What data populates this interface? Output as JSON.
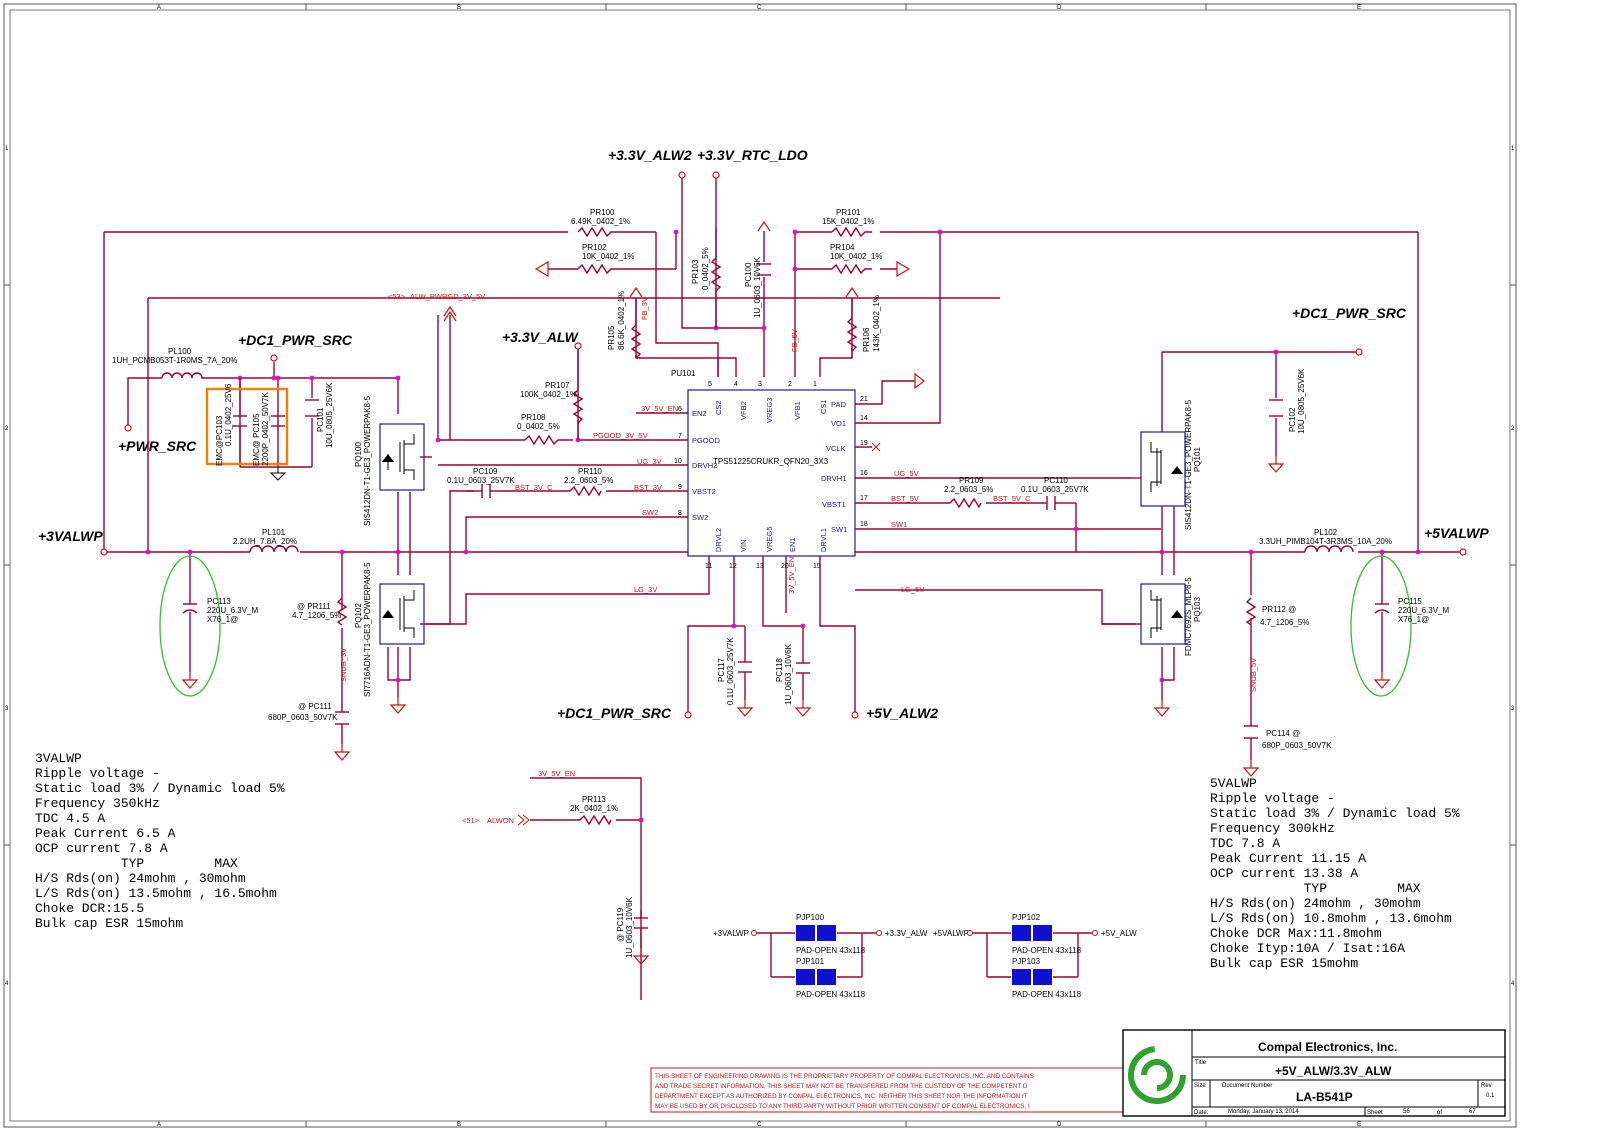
{
  "grid": {
    "cols": [
      "A",
      "B",
      "C",
      "D",
      "E"
    ],
    "rows": [
      "1",
      "2",
      "3",
      "4"
    ]
  },
  "rails": {
    "alw2": "+3.3V_ALW2",
    "rtc": "+3.3V_RTC_LDO",
    "dc1_left": "+DC1_PWR_SRC",
    "dc1_right": "+DC1_PWR_SRC",
    "alw33": "+3.3V_ALW",
    "pwr_src": "+PWR_SRC",
    "v3alwp": "+3VALWP",
    "v5alwp": "+5VALWP",
    "dc1_bottom": "+DC1_PWR_SRC",
    "alw5": "+5V_ALW2"
  },
  "ic": {
    "refdes": "PU101",
    "part": "TPS51225CRUKR_QFN20_3X3",
    "left_pins": [
      {
        "name": "EN2",
        "num": "6"
      },
      {
        "name": "PGOOD",
        "num": "7"
      },
      {
        "name": "DRVH2",
        "num": "10"
      },
      {
        "name": "VBST2",
        "num": "9"
      },
      {
        "name": "SW2",
        "num": "8"
      }
    ],
    "right_pins": [
      {
        "name": "PAD",
        "num": "21"
      },
      {
        "name": "VO1",
        "num": "14"
      },
      {
        "name": "VCLK",
        "num": "19"
      },
      {
        "name": "DRVH1",
        "num": "16"
      },
      {
        "name": "VBST1",
        "num": "17"
      },
      {
        "name": "SW1",
        "num": "18"
      }
    ],
    "top_pins": [
      {
        "name": "CS2",
        "num": "5"
      },
      {
        "name": "VFB2",
        "num": "4"
      },
      {
        "name": "VREG3",
        "num": "3"
      },
      {
        "name": "VFB1",
        "num": "2"
      },
      {
        "name": "CS1",
        "num": "1"
      }
    ],
    "bottom_pins": [
      {
        "name": "DRVL2",
        "num": "11"
      },
      {
        "name": "VIN",
        "num": "12"
      },
      {
        "name": "VREG5",
        "num": "13"
      },
      {
        "name": "EN1",
        "num": "20"
      },
      {
        "name": "DRVL1",
        "num": "15"
      }
    ]
  },
  "nets": {
    "en2": "3V_5V_EN",
    "pgood": "PGOOD_3V_5V",
    "ug3": "UG_3V",
    "bst3": "BST_3V",
    "bst3c": "BST_3V_C",
    "sw2": "SW2",
    "lg3": "LG_3V",
    "fb3": "FB_3V",
    "fb5": "FB_5V",
    "ug5": "UG_5V",
    "bst5": "BST_5V",
    "bst5c": "BST_5V_C",
    "sw1": "SW1",
    "lg5": "LG_5V",
    "snub3": "SNUB_3V",
    "snub5": "SNUB_5V",
    "en3v5v": "3V_5V_EN",
    "alwpwrgd": "ALW_PWRGD_3V_5V",
    "alwpwrgd_ref": "<53>",
    "alwon": "ALWON",
    "alwon_ref": "<51>",
    "ic_en": "3V_5V_EN"
  },
  "parts": {
    "pr100": {
      "ref": "PR100",
      "val": "6.49K_0402_1%"
    },
    "pr101": {
      "ref": "PR101",
      "val": "15K_0402_1%"
    },
    "pr102": {
      "ref": "PR102",
      "val": "10K_0402_1%"
    },
    "pr104": {
      "ref": "PR104",
      "val": "10K_0402_1%"
    },
    "pr103": {
      "ref": "PR103",
      "val": "0_0402_5%"
    },
    "pc100": {
      "ref": "PC100",
      "val": "1U_0603_10V6K"
    },
    "pr105": {
      "ref": "PR105",
      "val": "86.6K_0402_1%"
    },
    "pr106": {
      "ref": "PR106",
      "val": "143K_0402_1%"
    },
    "pr107": {
      "ref": "PR107",
      "val": "100K_0402_1%"
    },
    "pr108": {
      "ref": "PR108",
      "val": "0_0402_5%"
    },
    "pl100": {
      "ref": "PL100",
      "val": "1UH_PCMB053T-1R0MS_7A_20%"
    },
    "pc103": {
      "ref": "EMC@PC103",
      "val": "0.1U_0402_25V6"
    },
    "pc105": {
      "ref": "EMC@ PC105",
      "val": "2200P_0402_50V7K"
    },
    "pc101": {
      "ref": "PC101",
      "val": "10U_0805_25V6K"
    },
    "pq100": {
      "ref": "PQ100",
      "val": "SIS412DN-T1-GE3_POWERPAK8-5"
    },
    "pq102": {
      "ref": "PQ102",
      "val": "SI7716ADN-T1-GE3_POWERPAK8-5"
    },
    "pc109": {
      "ref": "PC109",
      "val": "0.1U_0603_25V7K"
    },
    "pr110": {
      "ref": "PR110",
      "val": "2.2_0603_5%"
    },
    "pl101": {
      "ref": "PL101",
      "val": "2.2UH_7.8A_20%"
    },
    "pc113": {
      "ref": "PC113",
      "val": "220U_6.3V_M",
      "val2": "X76_1@"
    },
    "pr111": {
      "ref": "@ PR111",
      "val": "4.7_1206_5%"
    },
    "pc111": {
      "ref": "@ PC111",
      "val": "680P_0603_50V7K"
    },
    "pc117": {
      "ref": "PC117",
      "val": "0.1U_0603_25V7K"
    },
    "pc118": {
      "ref": "PC118",
      "val": "1U_0603_10V6K"
    },
    "pr109": {
      "ref": "PR109",
      "val": "2.2_0603_5%"
    },
    "pc110": {
      "ref": "PC110",
      "val": "0.1U_0603_25V7K"
    },
    "pq101": {
      "ref": "PQ101",
      "val": "SIS412DN-T1-GE3_POWERPAK8-5"
    },
    "pq103": {
      "ref": "PQ103",
      "val": "FDMC7692S_MLP8-5"
    },
    "pc102": {
      "ref": "PC102",
      "val": "10U_0805_25V6K"
    },
    "pl102": {
      "ref": "PL102",
      "val": "3.3UH_PIMB104T-3R3MS_10A_20%"
    },
    "pr112": {
      "ref": "PR112 @",
      "val": "4.7_1206_5%"
    },
    "pc114": {
      "ref": "PC114 @",
      "val": "680P_0603_50V7K"
    },
    "pc115": {
      "ref": "PC115",
      "val": "220U_6.3V_M",
      "val2": "X76_1@"
    },
    "pr113": {
      "ref": "PR113",
      "val": "2K_0402_1%"
    },
    "pc119": {
      "ref": "@ PC119",
      "val": "1U_0603_10V6K"
    }
  },
  "jumpers": [
    {
      "ref": "PJP100",
      "val": "PAD-OPEN 43x118"
    },
    {
      "ref": "PJP101",
      "val": "PAD-OPEN 43x118"
    },
    {
      "ref": "PJP102",
      "val": "PAD-OPEN 43x118"
    },
    {
      "ref": "PJP103",
      "val": "PAD-OPEN 43x118"
    }
  ],
  "jumper_nets": {
    "in1": "+3VALWP",
    "out1": "+3.3V_ALW",
    "in2": "+5VALWP",
    "out2": "+5V_ALW"
  },
  "notes_left": [
    "3VALWP",
    "Ripple voltage -",
    "Static load 3% / Dynamic load 5%",
    "Frequency 350kHz",
    "TDC 4.5 A",
    "Peak Current   6.5 A",
    "OCP current  7.8 A",
    "           TYP         MAX",
    "H/S Rds(on) 24mohm ,  30mohm",
    "L/S Rds(on) 13.5mohm , 16.5mohm",
    "Choke DCR:15.5",
    "Bulk cap ESR 15mohm"
  ],
  "notes_right": [
    "5VALWP",
    "Ripple voltage -",
    "Static load 3% / Dynamic load 5%",
    "Frequency 300kHz",
    "TDC 7.8 A",
    "Peak Current   11.15 A",
    "OCP current  13.38 A",
    "            TYP         MAX",
    "H/S Rds(on) 24mohm ,  30mohm",
    "L/S Rds(on) 10.8mohm , 13.6mohm",
    "Choke DCR Max:11.8mohm",
    "Choke Ityp:10A / Isat:16A",
    "Bulk cap ESR 15mohm"
  ],
  "disclaimer": [
    "THIS SHEET OF ENGINEERING DRAWING IS THE PROPRIETARY PROPERTY OF COMPAL ELECTRONICS, INC. AND CONTAINS",
    "AND TRADE SECRET INFORMATION. THIS SHEET MAY NOT BE TRANSFERED FROM THE CUSTODY OF THE COMPETENT D",
    "DEPARTMENT EXCEPT AS AUTHORIZED BY COMPAL ELECTRONICS, INC. NEITHER THIS SHEET NOR THE INFORMATION IT",
    "MAY BE USED BY OR DISCLOSED TO ANY THIRD PARTY WITHOUT PRIOR WRITTEN CONSENT OF COMPAL ELECTRONICS, I"
  ],
  "title_block": {
    "company": "Compal Electronics, Inc.",
    "title_label": "Title",
    "title": "+5V_ALW/3.3V_ALW",
    "size_label": "Size",
    "docnum_label": "Document Number",
    "docnum": "LA-B541P",
    "rev_label": "Rev",
    "rev": "0.1",
    "date_label": "Date:",
    "date": "Monday, January 13, 2014",
    "sheet_label": "Sheet",
    "sheet": "56",
    "of_label": "of",
    "total": "67"
  },
  "colors": {
    "wire": "#a00030",
    "junction": "#e010c0",
    "net_label": "#d01010",
    "pin_text": "#1a1a9a",
    "jumper": "#1010d0",
    "emc_box": "#f08000",
    "bulk_ring": "#30c030",
    "logo": "#30a030"
  }
}
